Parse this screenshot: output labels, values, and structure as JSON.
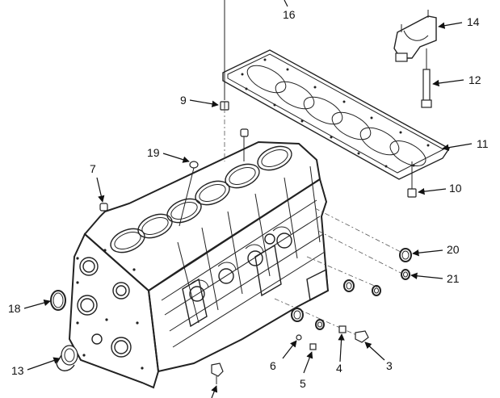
{
  "callouts": [
    {
      "id": "c16",
      "text": "16"
    },
    {
      "id": "c14",
      "text": "14"
    },
    {
      "id": "c12",
      "text": "12"
    },
    {
      "id": "c9",
      "text": "9"
    },
    {
      "id": "c11",
      "text": "11"
    },
    {
      "id": "c19",
      "text": "19"
    },
    {
      "id": "c10",
      "text": "10"
    },
    {
      "id": "c7",
      "text": "7"
    },
    {
      "id": "c20",
      "text": "20"
    },
    {
      "id": "c21",
      "text": "21"
    },
    {
      "id": "c18",
      "text": "18"
    },
    {
      "id": "c13",
      "text": "13"
    },
    {
      "id": "c6",
      "text": "6"
    },
    {
      "id": "c4",
      "text": "4"
    },
    {
      "id": "c3",
      "text": "3"
    },
    {
      "id": "c5",
      "text": "5"
    }
  ]
}
